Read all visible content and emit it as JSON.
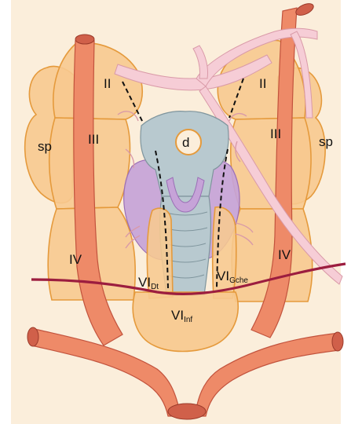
{
  "labels": {
    "sp_left": "sp",
    "sp_right": "sp",
    "ii_left": "II",
    "ii_right": "II",
    "iii_left": "III",
    "iii_right": "III",
    "iv_left": "IV",
    "iv_right": "IV",
    "d": "d",
    "vi_dt_main": "VI",
    "vi_dt_sub": "Dt",
    "vi_gche_main": "VI",
    "vi_gche_sub": "Gche",
    "vi_inf_main": "VI",
    "vi_inf_sub": "Inf"
  },
  "colors": {
    "background": "#fbeedb",
    "zone_fill": "#f7c98f",
    "zone_stroke": "#e59a3c",
    "artery": "#ee8a68",
    "artery_dark": "#d0604a",
    "artery_outline": "#9b3a2a",
    "nerve_pink": "#f6cdd6",
    "thyroid": "#c6a3d8",
    "larynx": "#b8c9cf",
    "incision_line": "#9c1d3f"
  }
}
